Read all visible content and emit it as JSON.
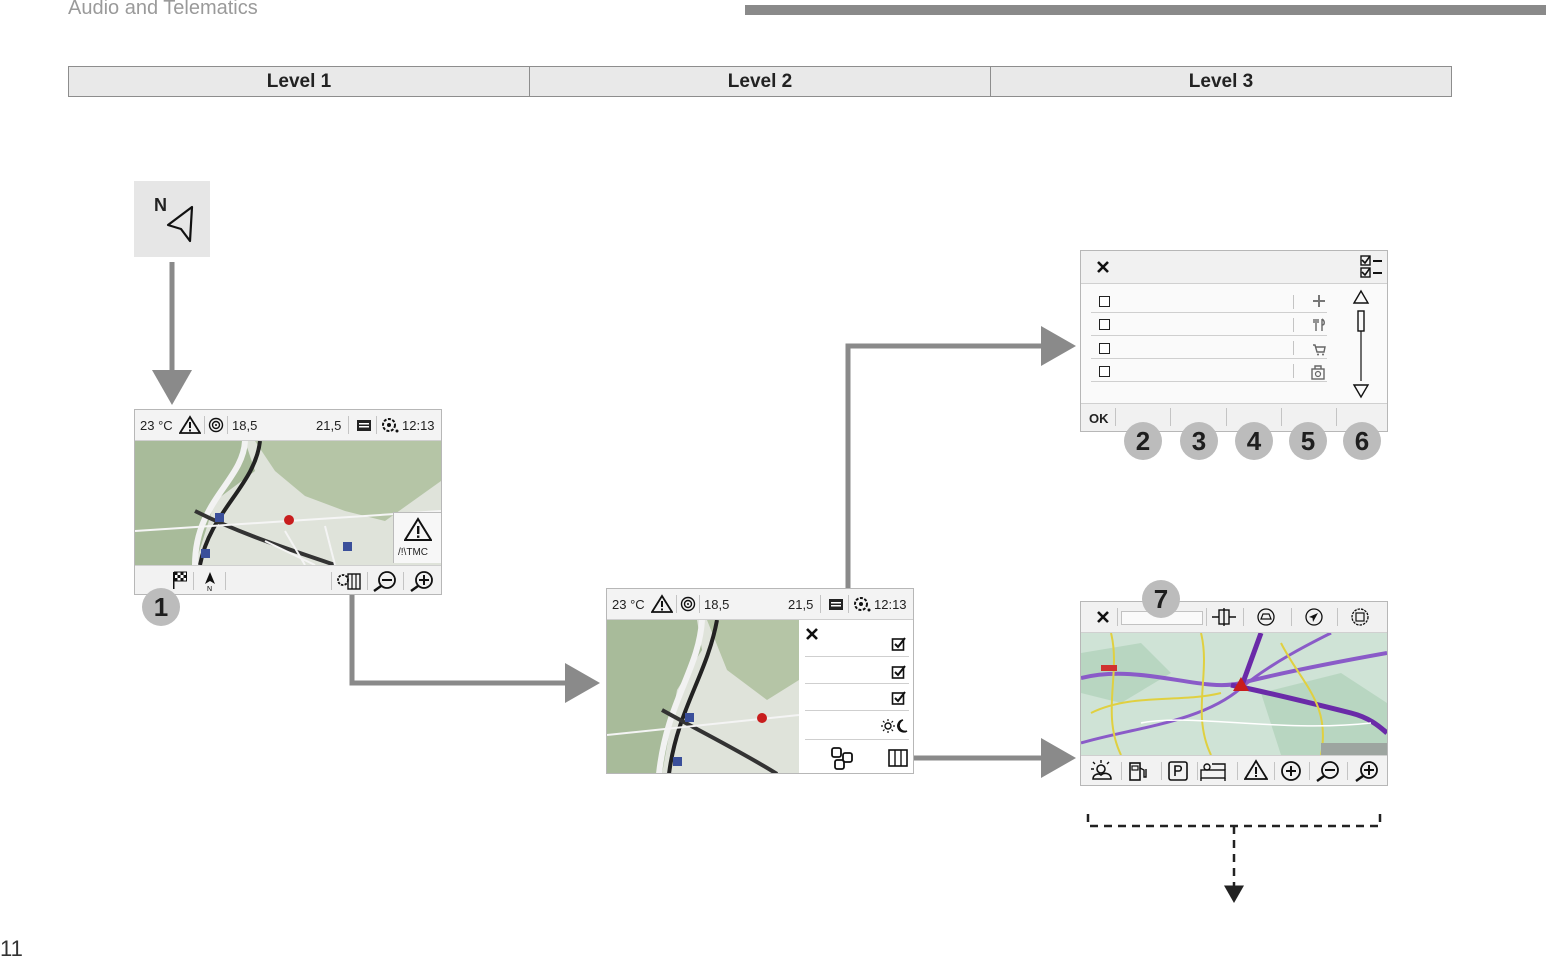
{
  "header": {
    "section_title": "Audio and Telematics"
  },
  "levels": [
    "Level 1",
    "Level 2",
    "Level 3"
  ],
  "nav_tile": {
    "letter": "N",
    "icon": "navigation-arrow-icon"
  },
  "status_bar": {
    "temperature": "23 °C",
    "value_left": "18,5",
    "value_right": "21,5",
    "time": "12:13"
  },
  "map_overlay": {
    "tmc_label": "/!\\TMC"
  },
  "callouts": [
    "1",
    "2",
    "3",
    "4",
    "5",
    "6",
    "7"
  ],
  "level3_list": {
    "ok_label": "OK"
  },
  "page_number": "11"
}
